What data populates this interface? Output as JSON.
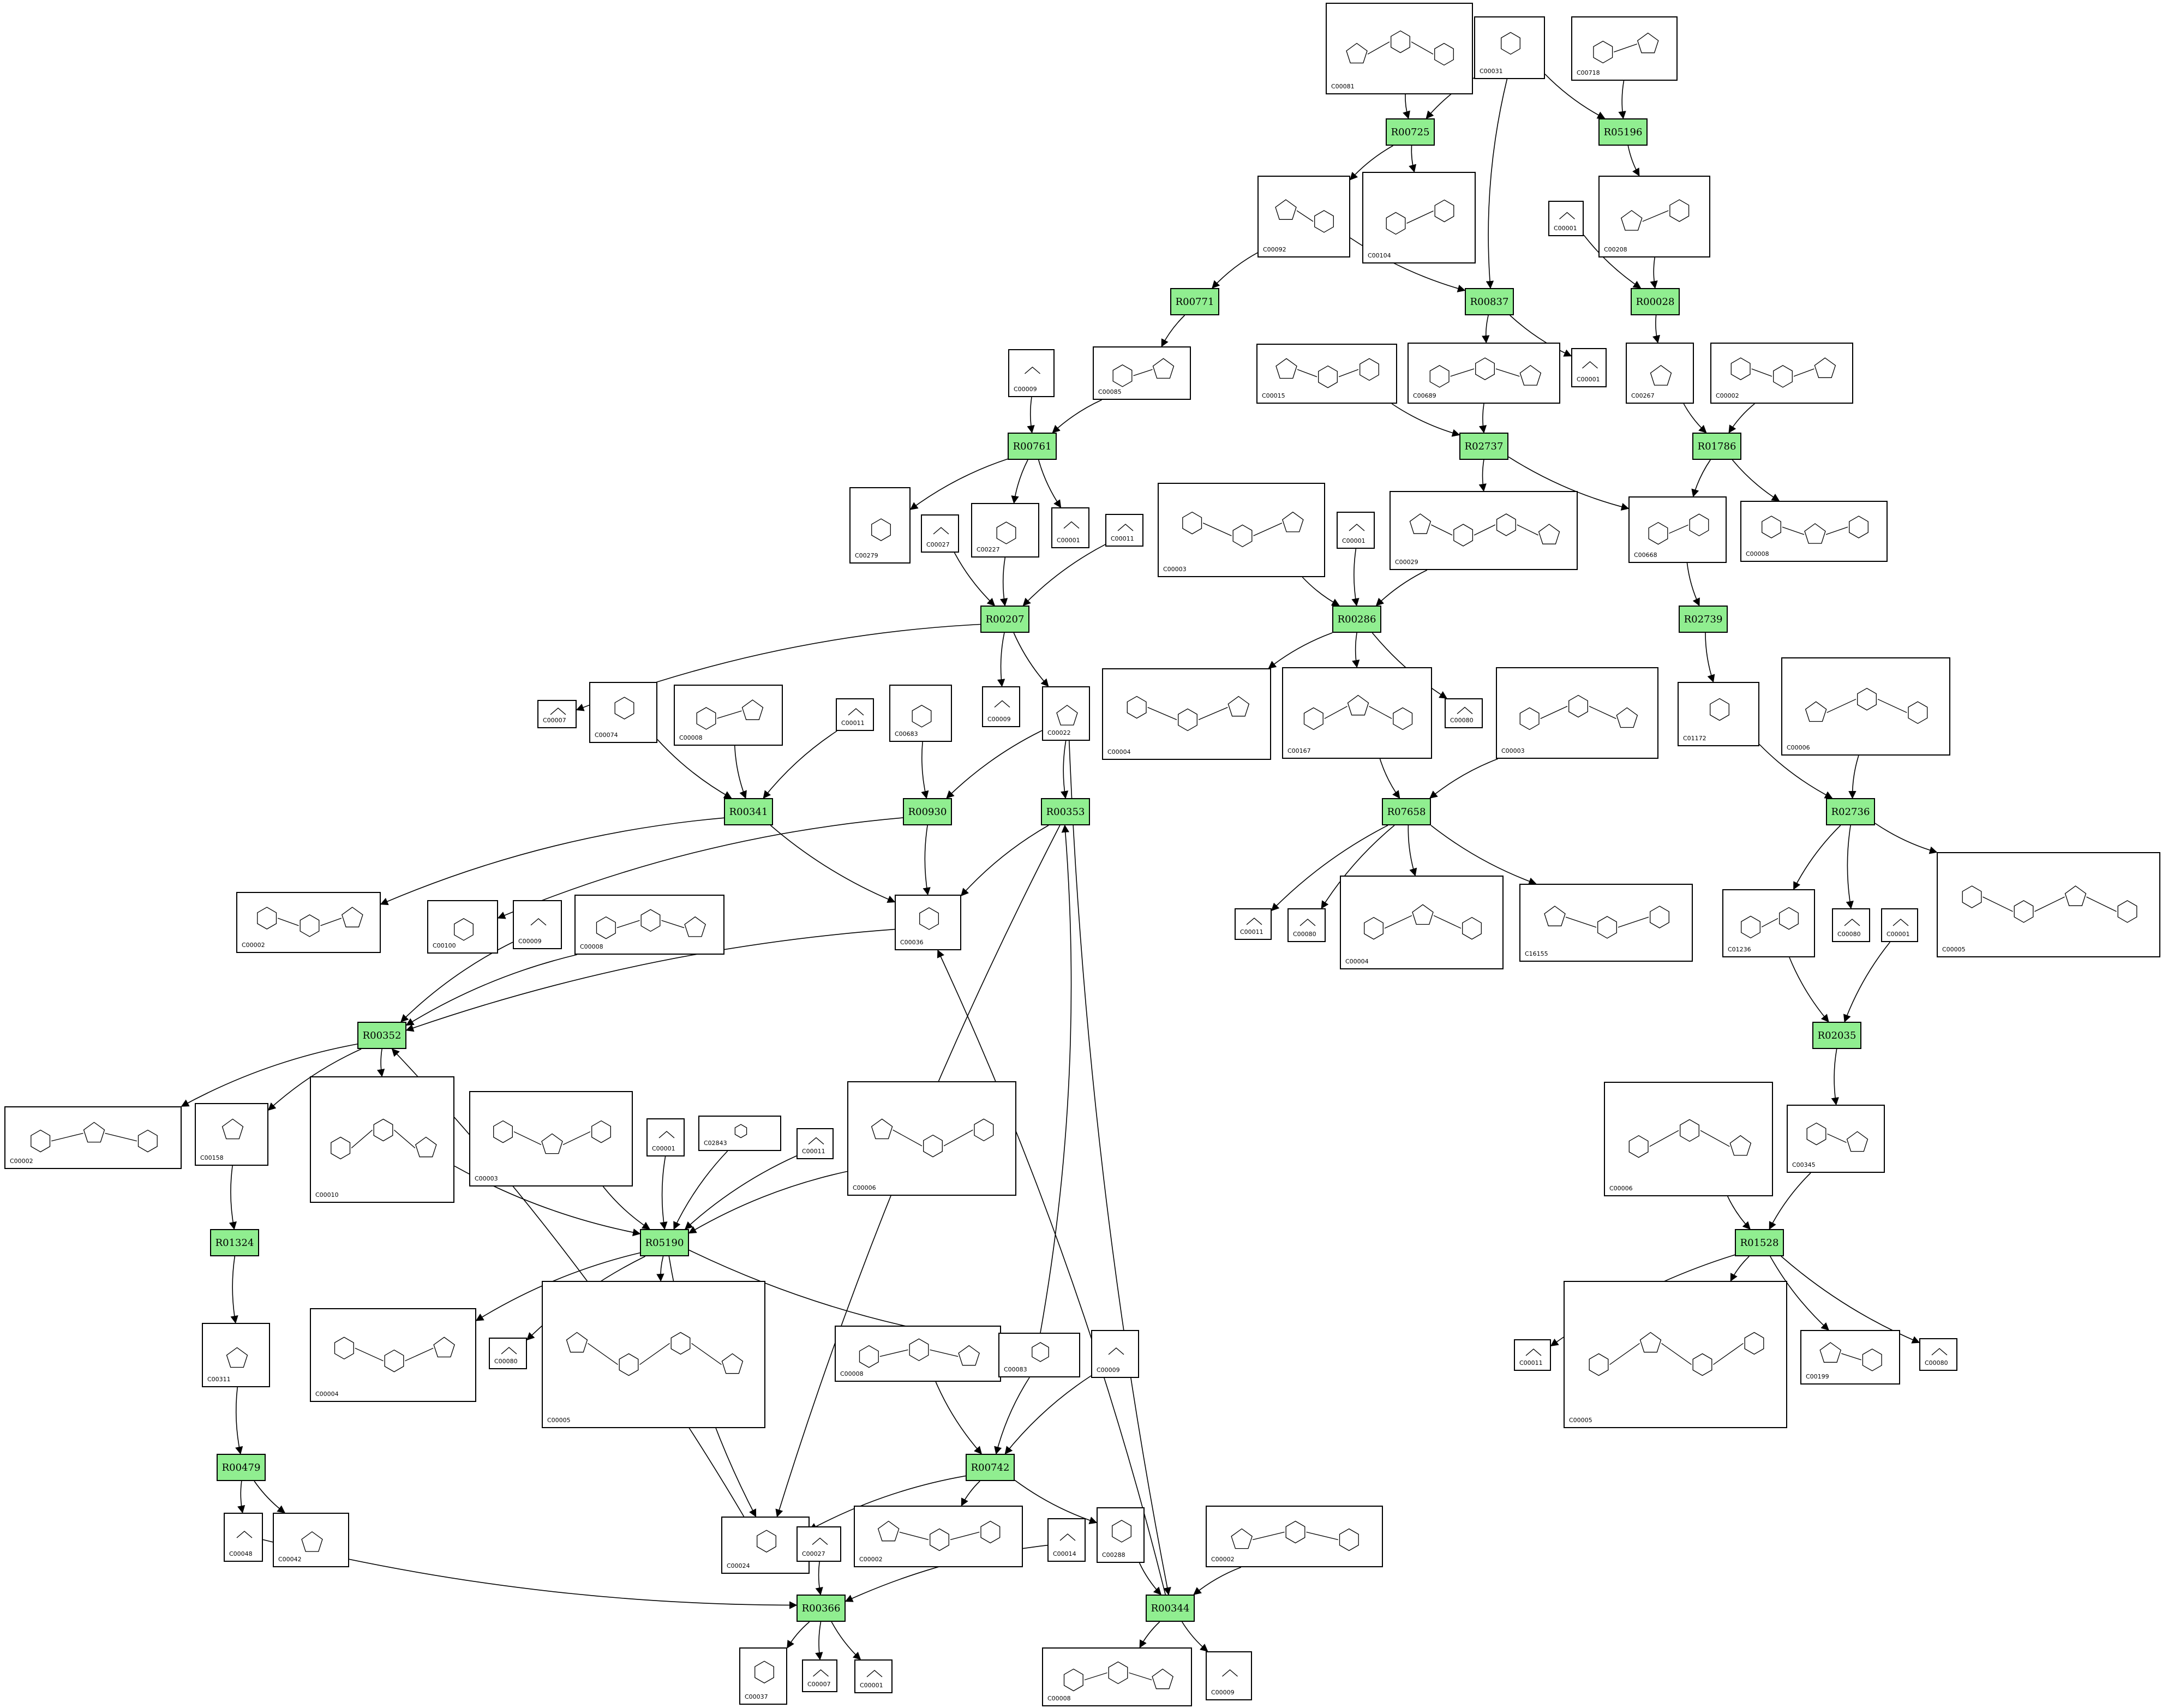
{
  "diagram": {
    "type": "metabolic-pathway-graph",
    "colors": {
      "reaction_fill": "#90ee90",
      "border": "#000000",
      "edge": "#000000",
      "background": "#ffffff"
    },
    "reactions": [
      "R00725",
      "R05196",
      "R00771",
      "R00837",
      "R00028",
      "R00761",
      "R02737",
      "R01786",
      "R00207",
      "R00286",
      "R02739",
      "R00341",
      "R00930",
      "R00353",
      "R07658",
      "R02736",
      "R00352",
      "R02035",
      "R01324",
      "R05190",
      "R01528",
      "R00479",
      "R00742",
      "R00366",
      "R00344"
    ],
    "compounds": [
      {
        "key": "c1",
        "id": "C00081"
      },
      {
        "key": "c2",
        "id": "C00031"
      },
      {
        "key": "c3",
        "id": "C00718"
      },
      {
        "key": "c4",
        "id": "C00092"
      },
      {
        "key": "c5",
        "id": "C00104"
      },
      {
        "key": "c6",
        "id": "C00001"
      },
      {
        "key": "c7",
        "id": "C00208"
      },
      {
        "key": "c8",
        "id": "C00009"
      },
      {
        "key": "c9",
        "id": "C00085"
      },
      {
        "key": "c10",
        "id": "C00015"
      },
      {
        "key": "c11",
        "id": "C00689"
      },
      {
        "key": "c12",
        "id": "C00001"
      },
      {
        "key": "c13",
        "id": "C00267"
      },
      {
        "key": "c14",
        "id": "C00002"
      },
      {
        "key": "c15",
        "id": "C00279"
      },
      {
        "key": "c16",
        "id": "C00027"
      },
      {
        "key": "c17",
        "id": "C00227"
      },
      {
        "key": "c18",
        "id": "C00001"
      },
      {
        "key": "c19",
        "id": "C00011"
      },
      {
        "key": "c20",
        "id": "C00003"
      },
      {
        "key": "c21",
        "id": "C00001"
      },
      {
        "key": "c22",
        "id": "C00029"
      },
      {
        "key": "c23",
        "id": "C00668"
      },
      {
        "key": "c24",
        "id": "C00008"
      },
      {
        "key": "c25",
        "id": "C00007"
      },
      {
        "key": "c26",
        "id": "C00074"
      },
      {
        "key": "c27",
        "id": "C00008"
      },
      {
        "key": "c28",
        "id": "C00011"
      },
      {
        "key": "c29",
        "id": "C00683"
      },
      {
        "key": "c30",
        "id": "C00009"
      },
      {
        "key": "c31",
        "id": "C00022"
      },
      {
        "key": "c32",
        "id": "C00004"
      },
      {
        "key": "c33",
        "id": "C00167"
      },
      {
        "key": "c34",
        "id": "C00080"
      },
      {
        "key": "c35",
        "id": "C00003"
      },
      {
        "key": "c36",
        "id": "C01172"
      },
      {
        "key": "c37",
        "id": "C00006"
      },
      {
        "key": "c38",
        "id": "C00002"
      },
      {
        "key": "c39",
        "id": "C00100"
      },
      {
        "key": "c40",
        "id": "C00009"
      },
      {
        "key": "c41",
        "id": "C00008"
      },
      {
        "key": "c42",
        "id": "C00036"
      },
      {
        "key": "c43",
        "id": "C00011"
      },
      {
        "key": "c44",
        "id": "C00080"
      },
      {
        "key": "c45",
        "id": "C00004"
      },
      {
        "key": "c46",
        "id": "C16155"
      },
      {
        "key": "c47",
        "id": "C01236"
      },
      {
        "key": "c48",
        "id": "C00080"
      },
      {
        "key": "c49",
        "id": "C00001"
      },
      {
        "key": "c50",
        "id": "C00005"
      },
      {
        "key": "c51",
        "id": "C00002"
      },
      {
        "key": "c52",
        "id": "C00158"
      },
      {
        "key": "c53",
        "id": "C00010"
      },
      {
        "key": "c54",
        "id": "C00003"
      },
      {
        "key": "c55",
        "id": "C00001"
      },
      {
        "key": "c56",
        "id": "C02843"
      },
      {
        "key": "c57",
        "id": "C00011"
      },
      {
        "key": "c58",
        "id": "C00006"
      },
      {
        "key": "c59",
        "id": "C00006"
      },
      {
        "key": "c60",
        "id": "C00345"
      },
      {
        "key": "c61",
        "id": "C00311"
      },
      {
        "key": "c62",
        "id": "C00004"
      },
      {
        "key": "c63",
        "id": "C00080"
      },
      {
        "key": "c64",
        "id": "C00005"
      },
      {
        "key": "c65",
        "id": "C00008"
      },
      {
        "key": "c66",
        "id": "C00083"
      },
      {
        "key": "c67",
        "id": "C00009"
      },
      {
        "key": "c68",
        "id": "C00011"
      },
      {
        "key": "c69",
        "id": "C00005"
      },
      {
        "key": "c70",
        "id": "C00199"
      },
      {
        "key": "c71",
        "id": "C00080"
      },
      {
        "key": "c72",
        "id": "C00048"
      },
      {
        "key": "c73",
        "id": "C00042"
      },
      {
        "key": "c74",
        "id": "C00024"
      },
      {
        "key": "c75",
        "id": "C00027"
      },
      {
        "key": "c76",
        "id": "C00002"
      },
      {
        "key": "c77",
        "id": "C00014"
      },
      {
        "key": "c78",
        "id": "C00288"
      },
      {
        "key": "c79",
        "id": "C00002"
      },
      {
        "key": "c80",
        "id": "C00037"
      },
      {
        "key": "c81",
        "id": "C00007"
      },
      {
        "key": "c82",
        "id": "C00001"
      },
      {
        "key": "c83",
        "id": "C00008"
      },
      {
        "key": "c84",
        "id": "C00009"
      }
    ]
  }
}
